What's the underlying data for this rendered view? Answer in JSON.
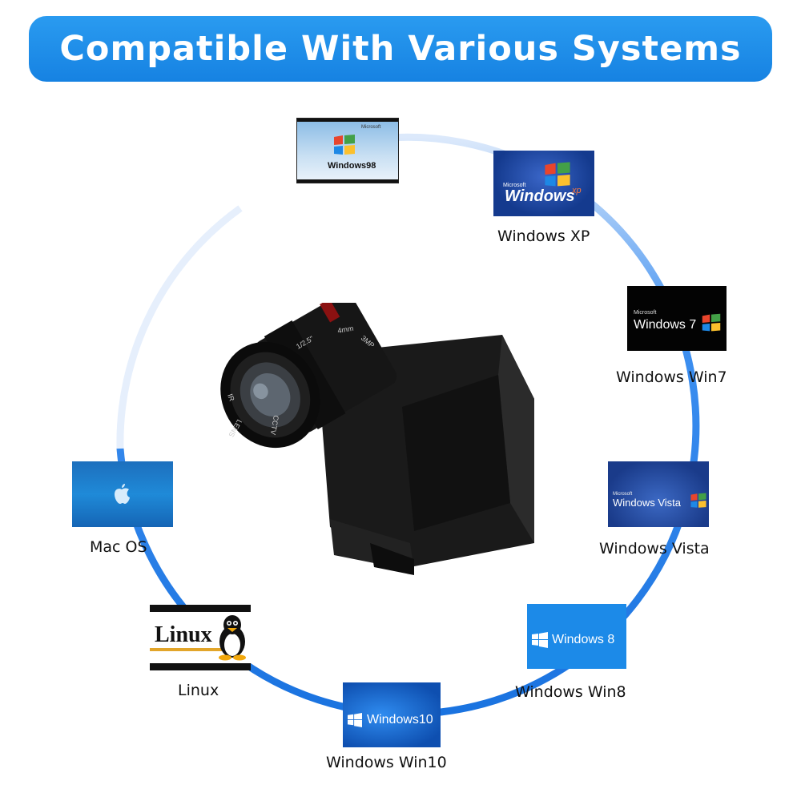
{
  "banner": {
    "title": "Compatible With Various Systems"
  },
  "camera": {
    "lens_text_1": "1/2.5\"",
    "lens_text_2": "4mm",
    "lens_text_3": "3MP",
    "lens_text_4": "IR",
    "lens_text_5": "CCTV",
    "lens_text_6": "LENS"
  },
  "systems": [
    {
      "caption": "",
      "logo_small": "Microsoft",
      "logo_main": "Windows98"
    },
    {
      "caption": "Windows XP",
      "logo_small": "Microsoft",
      "logo_main": "Windows",
      "logo_suffix": "xp"
    },
    {
      "caption": "Windows Win7",
      "logo_small": "Microsoft",
      "logo_main": "Windows 7"
    },
    {
      "caption": "Windows Vista",
      "logo_small": "Microsoft",
      "logo_main": "Windows Vista"
    },
    {
      "caption": "Windows Win8",
      "logo_main": "Windows 8"
    },
    {
      "caption": "Windows Win10",
      "logo_main": "Windows10"
    },
    {
      "caption": "Linux",
      "logo_main": "Linux"
    },
    {
      "caption": "Mac OS"
    }
  ],
  "colors": {
    "banner": "#1a8ae6",
    "ring": "#1f7fe6"
  }
}
